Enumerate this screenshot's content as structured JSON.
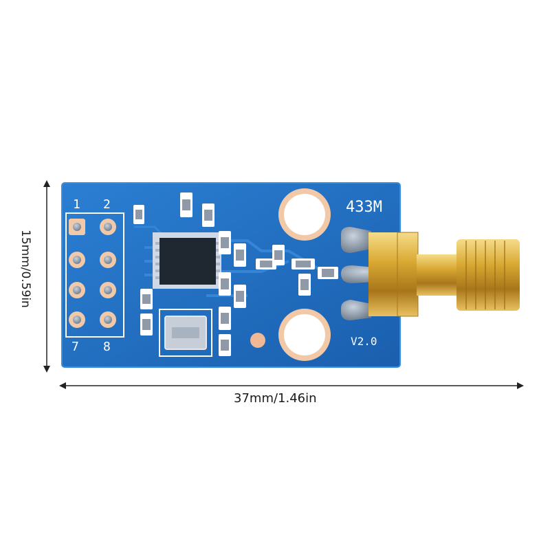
{
  "dimensions": {
    "height_label": "15mm/0.59in",
    "width_label": "37mm/1.46in"
  },
  "board": {
    "frequency_label": "433M",
    "version_label": "V2.0",
    "pin_labels": {
      "top_left": "1",
      "top_right": "2",
      "bottom_left": "7",
      "bottom_right": "8"
    },
    "colors": {
      "pcb": "#1e6fc4",
      "pcb_edge": "#2f82d6",
      "copper_pad": "#f2c9a8",
      "gold": "#d4a02a"
    }
  }
}
